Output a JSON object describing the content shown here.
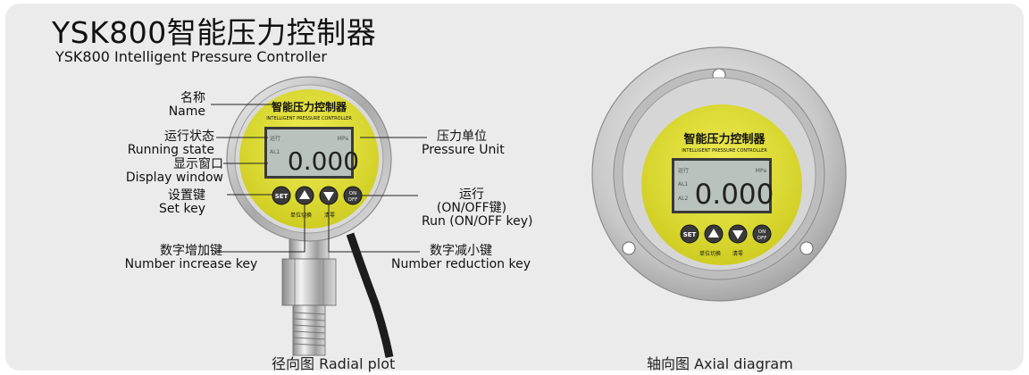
{
  "title": {
    "cn": "YSK800智能压力控制器",
    "en": "YSK800 Intelligent Pressure Controller"
  },
  "device": {
    "face_name": "智能压力控制器",
    "face_subname": "INTELLIGENT PRESSURE CONTROLLER",
    "display_value": "0.000",
    "display_unit": "MPa",
    "status_top": "运行",
    "status_al1": "AL1",
    "status_al2": "AL2",
    "btn_set": "SET",
    "btn_on": "ON",
    "btn_off": "OFF",
    "key_unit_switch": "单位切换",
    "key_clear": "清零"
  },
  "labels": {
    "name": {
      "cn": "名称",
      "en": "Name"
    },
    "running_state": {
      "cn": "运行状态",
      "en": "Running state"
    },
    "display_window": {
      "cn": "显示窗口",
      "en": "Display window"
    },
    "set_key": {
      "cn": "设置键",
      "en": "Set key"
    },
    "pressure_unit": {
      "cn": "压力单位",
      "en": "Pressure Unit"
    },
    "run": {
      "cn": "运行",
      "cn2": "(ON/OFF键)",
      "en": "Run (ON/OFF key)"
    },
    "increase": {
      "cn": "数字增加键",
      "en": "Number increase key"
    },
    "reduction": {
      "cn": "数字减小键",
      "en": "Number reduction key"
    }
  },
  "captions": {
    "radial": "径向图 Radial plot",
    "axial": "轴向图 Axial diagram"
  },
  "colors": {
    "face_yellow": "#e4e23a",
    "lcd": "#b9c2bc",
    "bezel": "#c9c9c9",
    "button": "#3a3a3a"
  }
}
